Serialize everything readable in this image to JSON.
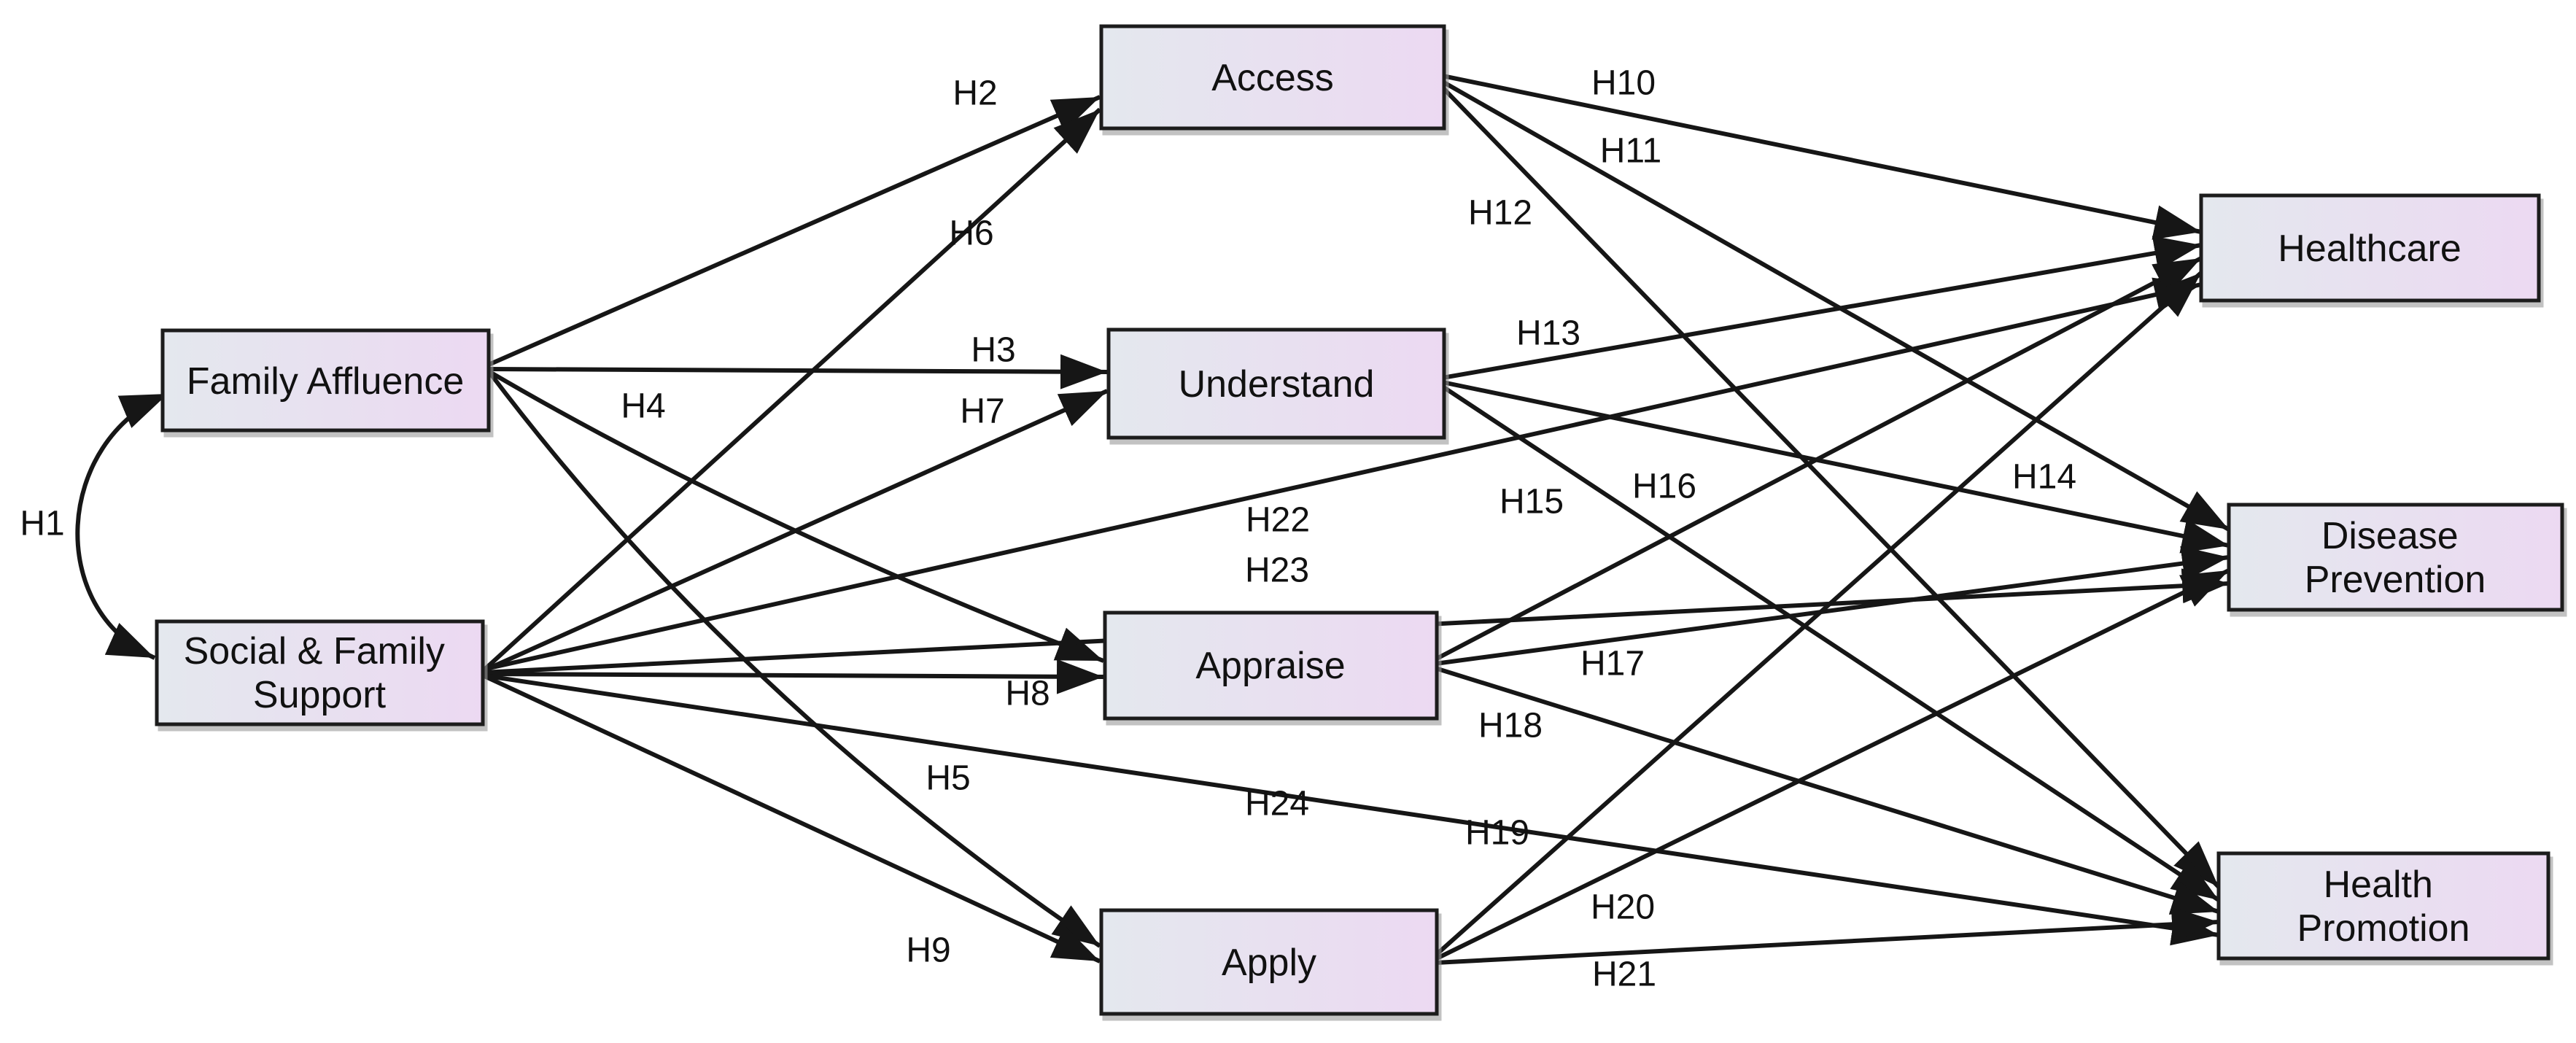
{
  "colors": {
    "background": "#ffffff",
    "line": "#161616",
    "box_border": "#1f1f1f",
    "box_gradient_left": "#e4e8ee",
    "box_gradient_right": "#ecd9f2",
    "text": "#111111"
  },
  "nodes": {
    "family_affluence": {
      "label": "Family Affluence"
    },
    "social_family_support": {
      "label": "Social & Family Support",
      "lines": [
        "Social & Family",
        "Support"
      ]
    },
    "access": {
      "label": "Access"
    },
    "understand": {
      "label": "Understand"
    },
    "appraise": {
      "label": "Appraise"
    },
    "apply": {
      "label": "Apply"
    },
    "healthcare": {
      "label": "Healthcare"
    },
    "disease_prevention": {
      "label": "Disease Prevention",
      "lines": [
        "Disease",
        "Prevention"
      ]
    },
    "health_promotion": {
      "label": "Health Promotion",
      "lines": [
        "Health",
        "Promotion"
      ]
    }
  },
  "edges": [
    {
      "id": "H1",
      "label": "H1",
      "from": "family_affluence",
      "to": "social_family_support",
      "bidirectional": true
    },
    {
      "id": "H2",
      "label": "H2",
      "from": "family_affluence",
      "to": "access"
    },
    {
      "id": "H3",
      "label": "H3",
      "from": "family_affluence",
      "to": "understand"
    },
    {
      "id": "H4",
      "label": "H4",
      "from": "family_affluence",
      "to": "appraise"
    },
    {
      "id": "H5",
      "label": "H5",
      "from": "family_affluence",
      "to": "apply"
    },
    {
      "id": "H6",
      "label": "H6",
      "from": "social_family_support",
      "to": "access"
    },
    {
      "id": "H7",
      "label": "H7",
      "from": "social_family_support",
      "to": "understand"
    },
    {
      "id": "H8",
      "label": "H8",
      "from": "social_family_support",
      "to": "appraise"
    },
    {
      "id": "H9",
      "label": "H9",
      "from": "social_family_support",
      "to": "apply"
    },
    {
      "id": "H10",
      "label": "H10",
      "from": "access",
      "to": "healthcare"
    },
    {
      "id": "H11",
      "label": "H11",
      "from": "access",
      "to": "disease_prevention"
    },
    {
      "id": "H12",
      "label": "H12",
      "from": "access",
      "to": "health_promotion"
    },
    {
      "id": "H13",
      "label": "H13",
      "from": "understand",
      "to": "healthcare"
    },
    {
      "id": "H14",
      "label": "H14",
      "from": "understand",
      "to": "disease_prevention"
    },
    {
      "id": "H15",
      "label": "H15",
      "from": "understand",
      "to": "health_promotion"
    },
    {
      "id": "H16",
      "label": "H16",
      "from": "appraise",
      "to": "healthcare"
    },
    {
      "id": "H17",
      "label": "H17",
      "from": "appraise",
      "to": "disease_prevention"
    },
    {
      "id": "H18",
      "label": "H18",
      "from": "appraise",
      "to": "health_promotion"
    },
    {
      "id": "H19",
      "label": "H19",
      "from": "apply",
      "to": "healthcare"
    },
    {
      "id": "H20",
      "label": "H20",
      "from": "apply",
      "to": "disease_prevention"
    },
    {
      "id": "H21",
      "label": "H21",
      "from": "apply",
      "to": "health_promotion"
    },
    {
      "id": "H22",
      "label": "H22",
      "from": "social_family_support",
      "to": "healthcare"
    },
    {
      "id": "H23",
      "label": "H23",
      "from": "social_family_support",
      "to": "disease_prevention"
    },
    {
      "id": "H24",
      "label": "H24",
      "from": "social_family_support",
      "to": "health_promotion"
    }
  ]
}
